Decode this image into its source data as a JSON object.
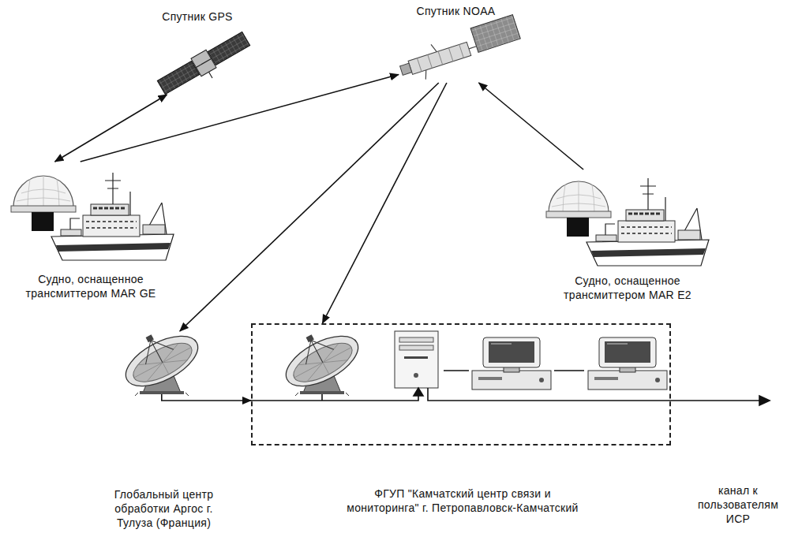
{
  "diagram": {
    "nodes": [
      {
        "text": [
          "Спутник GPS"
        ]
      },
      {
        "text": [
          "Спутник NOAA"
        ]
      },
      {
        "text": [
          "Судно, оснащенное трансмиттером MAR GE"
        ]
      },
      {
        "text": [
          "Судно, оснащенное трансмиттером MAR E2"
        ]
      },
      {
        "text": [
          "Глобальный центр обработки Аргос г. Тулуза (Франция)"
        ]
      },
      {
        "text": [
          "ФГУП \"Камчатский центр связи и мониторинга\" г. Петропавловск-Камчатский"
        ]
      }
    ],
    "edges": [
      {
        "from": 0,
        "to": 2,
        "arrow": "both"
      },
      {
        "from": 2,
        "to": 1,
        "arrow": "to"
      },
      {
        "from": 3,
        "to": 1,
        "arrow": "to"
      },
      {
        "from": 1,
        "to": 4,
        "arrow": "to"
      },
      {
        "from": 1,
        "to": 5,
        "arrow": "to"
      },
      {
        "from": 4,
        "to": 5,
        "arrow": "to"
      }
    ],
    "labels": [
      "канал к пользователям ИСР"
    ]
  }
}
